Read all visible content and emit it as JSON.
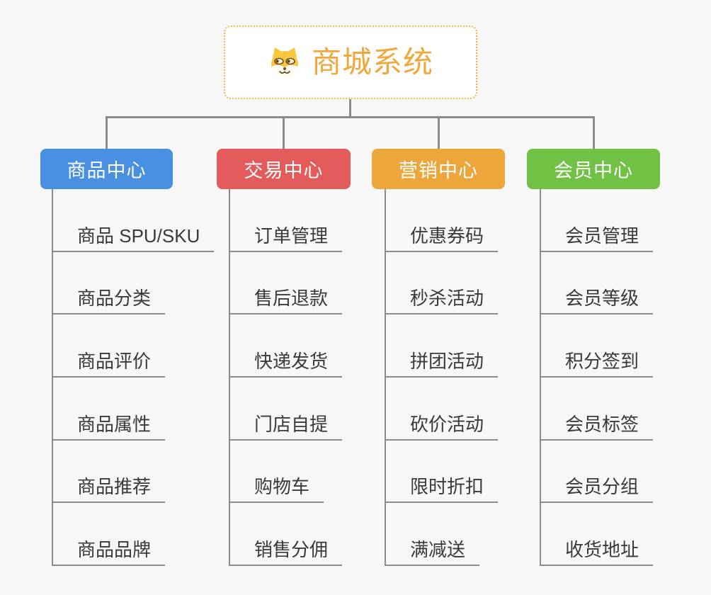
{
  "root": {
    "title": "商城系统",
    "icon": "dog-face-icon"
  },
  "branches": [
    {
      "label": "商品中心",
      "color": "#4a90e2",
      "children": [
        "商品 SPU/SKU",
        "商品分类",
        "商品评价",
        "商品属性",
        "商品推荐",
        "商品品牌"
      ]
    },
    {
      "label": "交易中心",
      "color": "#e35b5b",
      "children": [
        "订单管理",
        "售后退款",
        "快递发货",
        "门店自提",
        "购物车",
        "销售分佣"
      ]
    },
    {
      "label": "营销中心",
      "color": "#eda63b",
      "children": [
        "优惠券码",
        "秒杀活动",
        "拼团活动",
        "砍价活动",
        "限时折扣",
        "满减送"
      ]
    },
    {
      "label": "会员中心",
      "color": "#70c144",
      "children": [
        "会员管理",
        "会员等级",
        "积分签到",
        "会员标签",
        "会员分组",
        "收货地址"
      ]
    }
  ],
  "colors": {
    "background": "#f7f7f7",
    "connector": "#8c8c8c",
    "leaf_text": "#3a3a3a",
    "root_accent": "#f0a83c",
    "root_border": "#f2b14d"
  }
}
